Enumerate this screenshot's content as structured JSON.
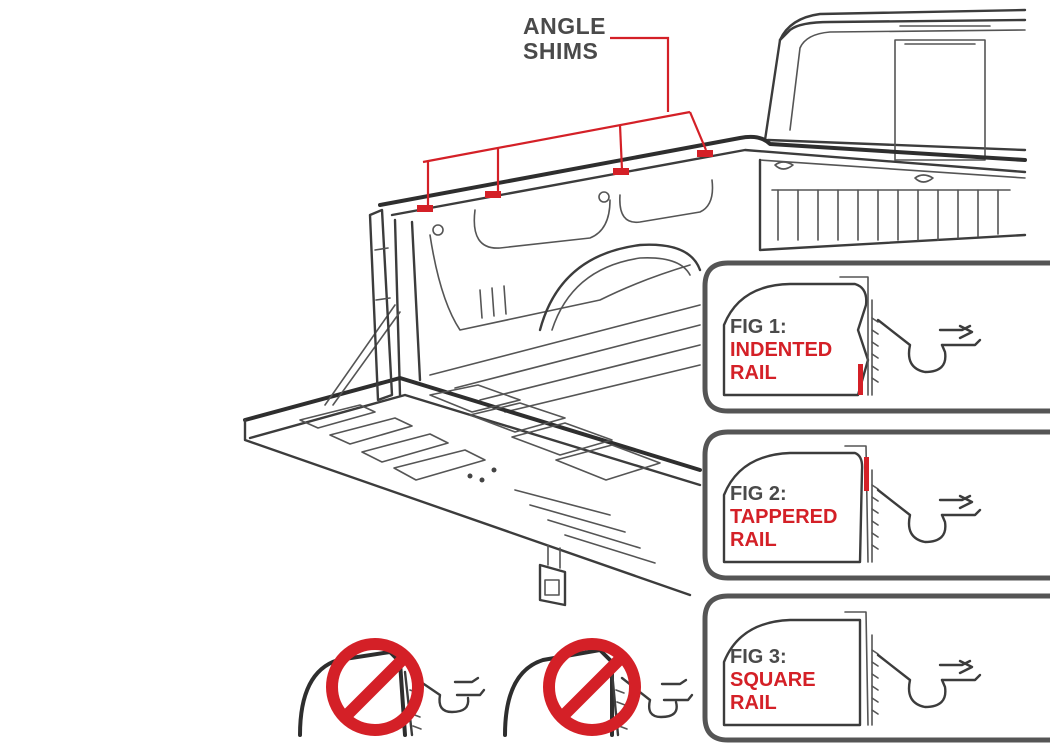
{
  "callout": {
    "line1": "ANGLE",
    "line2": "SHIMS"
  },
  "figures": [
    {
      "fig": "FIG 1:",
      "line1": "INDENTED",
      "line2": "RAIL"
    },
    {
      "fig": "FIG 2:",
      "line1": "TAPPERED",
      "line2": "RAIL"
    },
    {
      "fig": "FIG 3:",
      "line1": "SQUARE",
      "line2": "RAIL"
    }
  ],
  "colors": {
    "accent": "#d42027",
    "ink": "#3c3c3c",
    "frame": "#555555"
  },
  "icons": {
    "prohibited": "no-symbol-icon"
  }
}
